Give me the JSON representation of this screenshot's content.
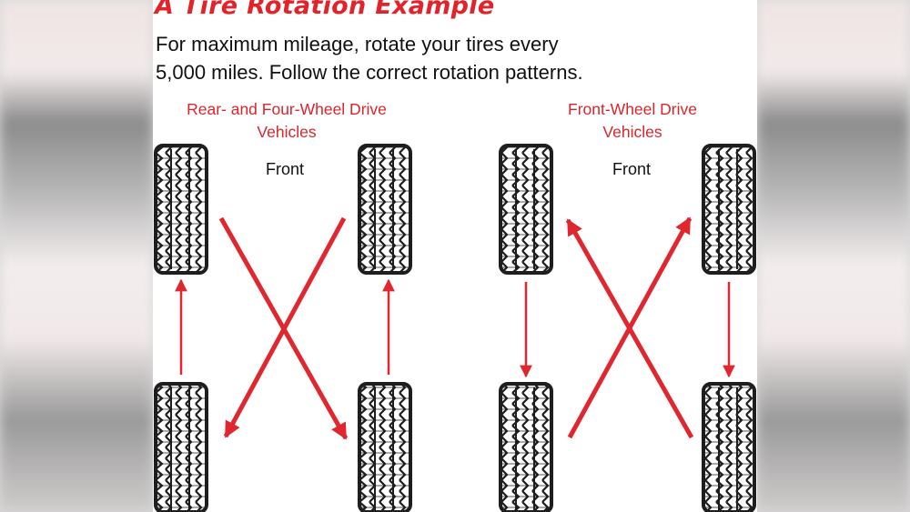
{
  "title": "A Tire Rotation Example",
  "subtitle_line1": "For maximum mileage, rotate your tires every",
  "subtitle_line2": "5,000 miles. Follow the correct rotation patterns.",
  "rear_four_wheel": {
    "heading_line1": "Rear- and Four-Wheel Drive",
    "heading_line2": "Vehicles",
    "front_label": "Front"
  },
  "front_wheel": {
    "heading_line1": "Front-Wheel Drive",
    "heading_line2": "Vehicles",
    "front_label": "Front"
  },
  "colors": {
    "accent_red": "#e2232a",
    "arrow_red": "#e0262e",
    "tire_dark": "#1e1e1e"
  }
}
